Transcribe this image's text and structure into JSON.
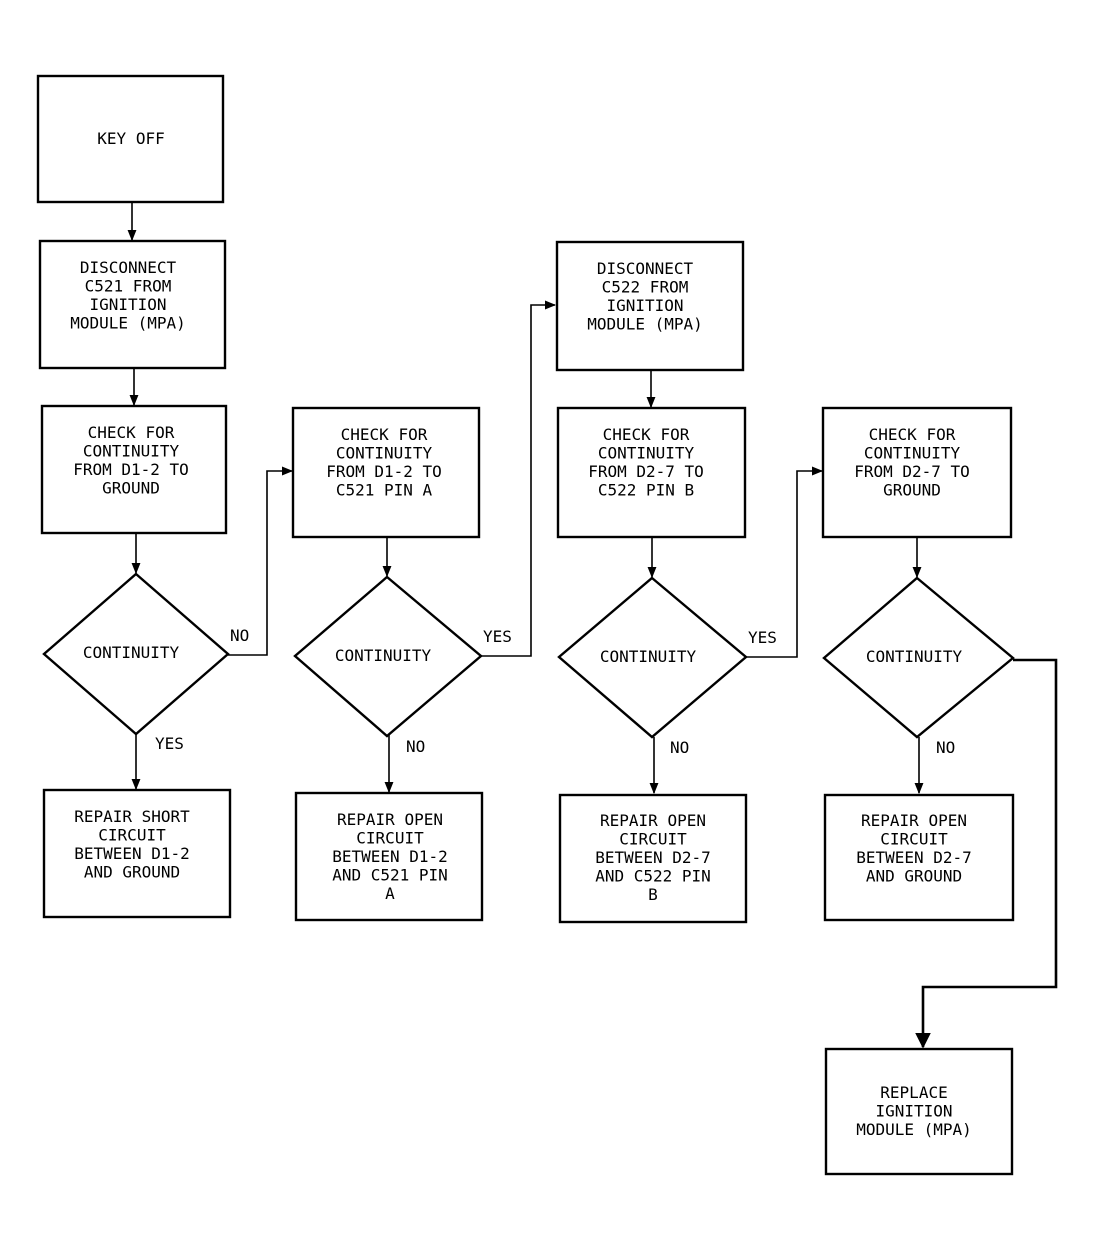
{
  "nodes": {
    "key_off": [
      "KEY OFF"
    ],
    "disconnect_c521": [
      "DISCONNECT",
      "C521 FROM",
      "IGNITION",
      "MODULE (MPA)"
    ],
    "check_d1_ground": [
      "CHECK FOR",
      "CONTINUITY",
      "FROM D1-2 TO",
      "GROUND"
    ],
    "check_d1_c521": [
      "CHECK FOR",
      "CONTINUITY",
      "FROM D1-2 TO",
      "C521 PIN A"
    ],
    "disconnect_c522": [
      "DISCONNECT",
      "C522 FROM",
      "IGNITION",
      "MODULE (MPA)"
    ],
    "check_d2_c522": [
      "CHECK FOR",
      "CONTINUITY",
      "FROM D2-7 TO",
      "C522 PIN B"
    ],
    "check_d2_ground": [
      "CHECK FOR",
      "CONTINUITY",
      "FROM D2-7 TO",
      "GROUND"
    ],
    "decision_1": [
      "CONTINUITY"
    ],
    "decision_2": [
      "CONTINUITY"
    ],
    "decision_3": [
      "CONTINUITY"
    ],
    "decision_4": [
      "CONTINUITY"
    ],
    "repair_short_d1_ground": [
      "REPAIR SHORT",
      "CIRCUIT",
      "BETWEEN D1-2",
      "AND GROUND"
    ],
    "repair_open_d1_c521": [
      "REPAIR OPEN",
      "CIRCUIT",
      "BETWEEN D1-2",
      "AND C521 PIN",
      "A"
    ],
    "repair_open_d2_c522": [
      "REPAIR OPEN",
      "CIRCUIT",
      "BETWEEN D2-7",
      "AND C522 PIN",
      "B"
    ],
    "repair_open_d2_ground": [
      "REPAIR OPEN",
      "CIRCUIT",
      "BETWEEN D2-7",
      "AND GROUND"
    ],
    "replace_module": [
      "REPLACE",
      "IGNITION",
      "MODULE (MPA)"
    ]
  },
  "edge_labels": {
    "d1_no": "NO",
    "d1_yes": "YES",
    "d2_yes": "YES",
    "d2_no": "NO",
    "d3_yes": "YES",
    "d3_no": "NO",
    "d4_no": "NO"
  }
}
